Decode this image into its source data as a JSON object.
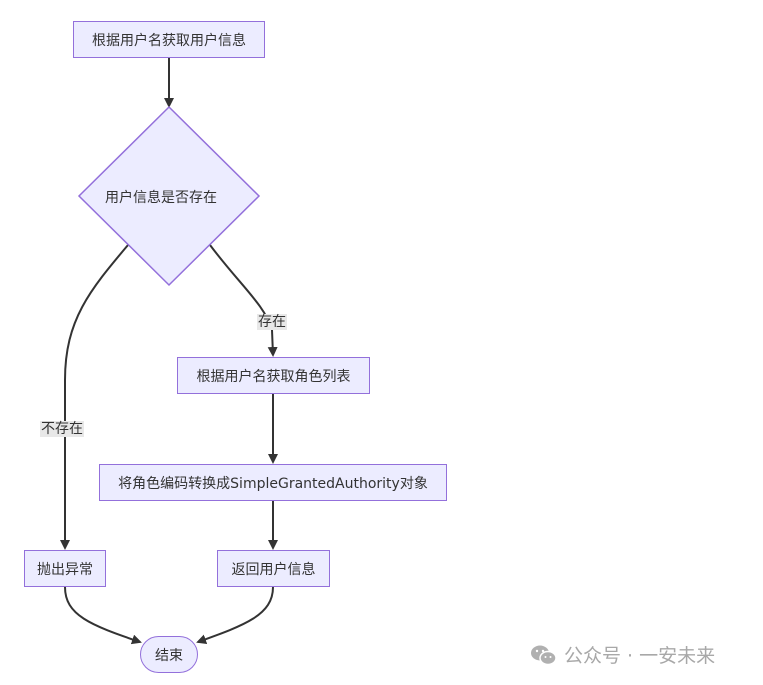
{
  "diagram": {
    "type": "flowchart",
    "nodes": {
      "get_user": "根据用户名获取用户信息",
      "user_exists": "用户信息是否存在",
      "get_roles": "根据用户名获取角色列表",
      "convert": "将角色编码转换成SimpleGrantedAuthority对象",
      "throw": "抛出异常",
      "return_user": "返回用户信息",
      "end": "结束"
    },
    "edges": {
      "exists": "存在",
      "not_exists": "不存在"
    },
    "colors": {
      "node_fill": "#ECECFF",
      "node_border": "#9370DB",
      "edge": "#333333",
      "edge_label_bg": "#e8e8e8"
    }
  },
  "watermark": {
    "text": "公众号 · 一安未来",
    "icon": "wechat-icon"
  }
}
